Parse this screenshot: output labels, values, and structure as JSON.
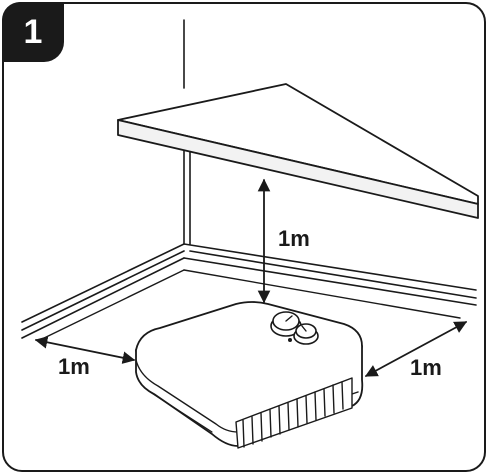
{
  "step": {
    "number": "1"
  },
  "labels": {
    "vertical_clearance": "1m",
    "left_clearance": "1m",
    "right_clearance": "1m"
  },
  "colors": {
    "line": "#1a1a1a",
    "background": "#ffffff"
  }
}
